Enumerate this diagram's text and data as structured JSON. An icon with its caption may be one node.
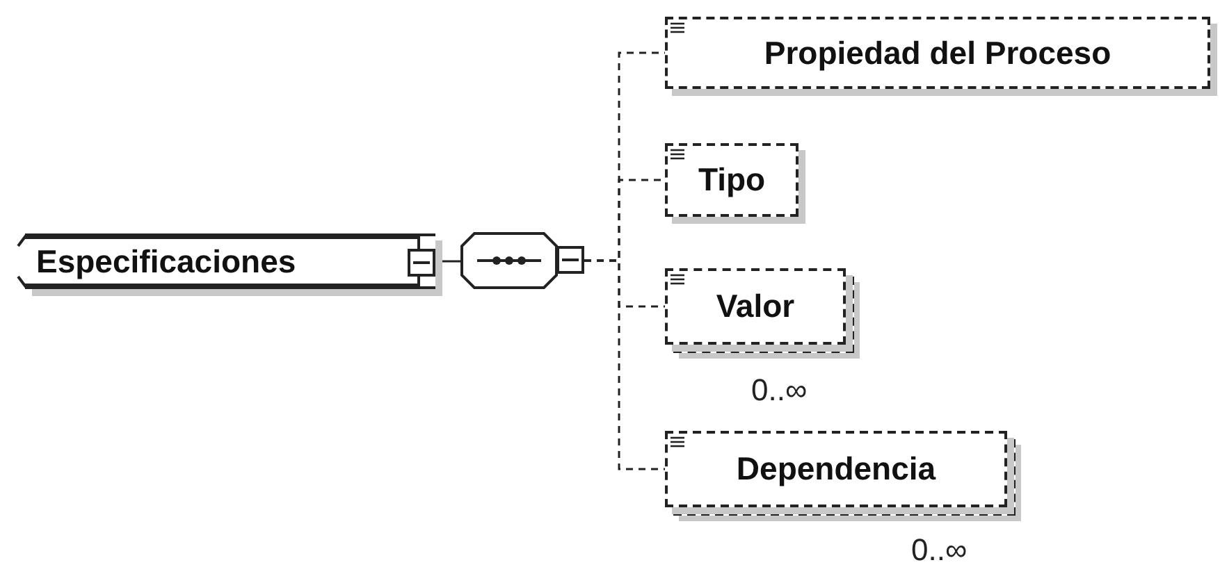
{
  "diagram": {
    "nodes": [
      {
        "text": [
          "Especificaciones"
        ]
      },
      {
        "text": [],
        "shape": "hexagon"
      },
      {
        "text": [
          "Propiedad del Proceso"
        ]
      },
      {
        "text": [
          "Tipo"
        ]
      },
      {
        "text": [
          "Valor"
        ],
        "beside": [
          "0..∞"
        ]
      },
      {
        "text": [
          "Dependencia"
        ],
        "beside": [
          "0..∞"
        ]
      }
    ],
    "edges": [
      {
        "from": 0,
        "to": 1,
        "arrow": "none"
      },
      {
        "from": 1,
        "to": 2,
        "arrow": "none",
        "style": "dashed"
      },
      {
        "from": 1,
        "to": 3,
        "arrow": "none",
        "style": "dashed"
      },
      {
        "from": 1,
        "to": 4,
        "arrow": "none",
        "style": "dashed"
      },
      {
        "from": 1,
        "to": 5,
        "arrow": "none",
        "style": "dashed"
      }
    ]
  }
}
